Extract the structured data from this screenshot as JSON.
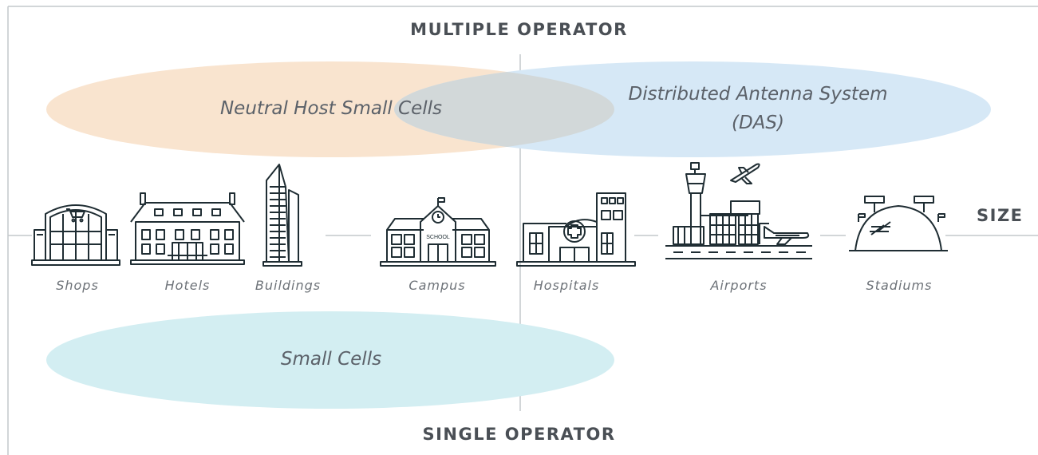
{
  "axis": {
    "top": "MULTIPLE OPERATOR",
    "bottom": "SINGLE OPERATOR",
    "right": "SIZE"
  },
  "regions": {
    "neutral_host": "Neutral Host Small Cells",
    "das_line1": "Distributed Antenna System",
    "das_line2": "(DAS)",
    "small_cells": "Small Cells"
  },
  "venues": [
    {
      "label": "Shops",
      "icon": "shop-building-icon"
    },
    {
      "label": "Hotels",
      "icon": "hotel-icon"
    },
    {
      "label": "Buildings",
      "icon": "skyscraper-icon"
    },
    {
      "label": "Campus",
      "icon": "school-icon"
    },
    {
      "label": "Hospitals",
      "icon": "hospital-icon"
    },
    {
      "label": "Airports",
      "icon": "airport-icon"
    },
    {
      "label": "Stadiums",
      "icon": "stadium-icon"
    }
  ],
  "school_sign": "SCHOOL",
  "colors": {
    "neutral_host": "#f9e4cf",
    "das": "#d6e8f6",
    "overlap": "#d2d8d9",
    "small_cells": "#d3eef2",
    "axis_line": "#c4c8cb",
    "text": "#4a4f55"
  }
}
